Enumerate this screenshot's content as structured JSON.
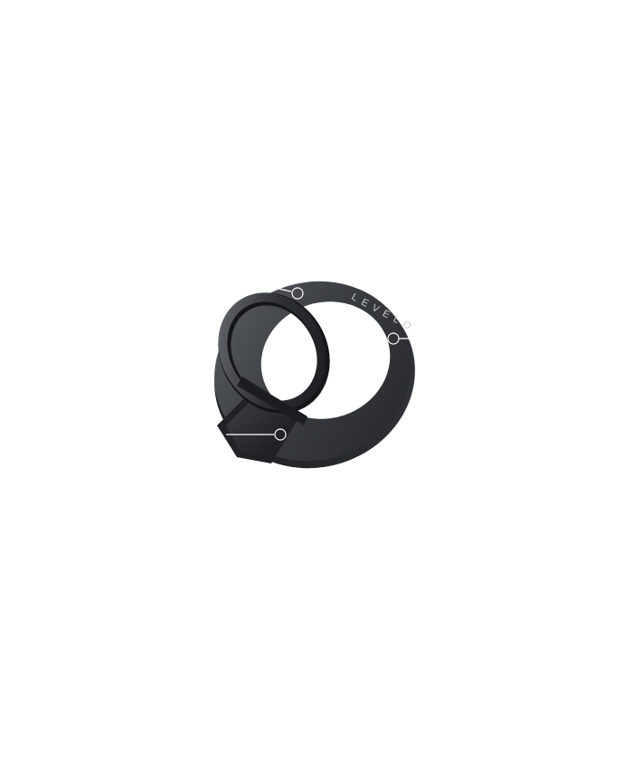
{
  "product": {
    "brand_text": "LEVELO",
    "colors": {
      "background": "#ffffff",
      "metal_dark": "#2b2d30",
      "metal_mid": "#4a4d52",
      "metal_light": "#6b6f75",
      "callout": "#ffffff"
    },
    "callouts": [
      {
        "id": "top-edge"
      },
      {
        "id": "right-edge"
      },
      {
        "id": "hinge-base"
      }
    ]
  }
}
